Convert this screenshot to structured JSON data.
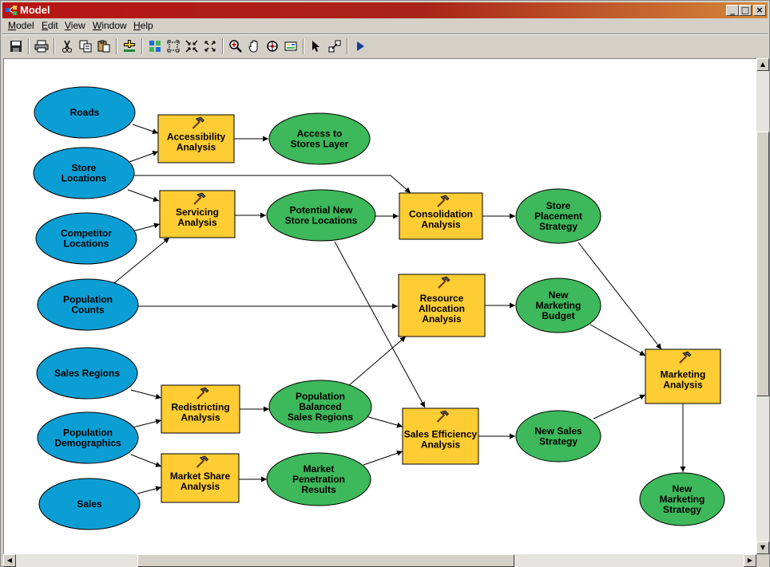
{
  "window": {
    "title": "Model",
    "controls": [
      "_",
      "□",
      "×"
    ]
  },
  "menu": [
    {
      "label": "Model",
      "key": "M"
    },
    {
      "label": "Edit",
      "key": "E"
    },
    {
      "label": "View",
      "key": "V"
    },
    {
      "label": "Window",
      "key": "W"
    },
    {
      "label": "Help",
      "key": "H"
    }
  ],
  "toolbar": [
    "save-icon",
    "print-icon",
    "cut-icon",
    "copy-icon",
    "paste-icon",
    "add-data-icon",
    "grid-icon",
    "full-extent-icon",
    "zoom-in-fixed-icon",
    "zoom-out-fixed-icon",
    "zoom-in-icon",
    "pan-icon",
    "zoom-out-icon",
    "properties-icon",
    "select-icon",
    "connect-icon",
    "run-icon"
  ],
  "colors": {
    "input_data": "#0b9ed4",
    "derived_data": "#3db85a",
    "process": "#fecc33",
    "canvas": "#ffffff",
    "titlebar_start": "#b81414",
    "titlebar_end": "#d4883a"
  },
  "inputs": [
    {
      "id": "roads",
      "lines": [
        "Roads"
      ]
    },
    {
      "id": "store-locations",
      "lines": [
        "Store",
        "Locations"
      ]
    },
    {
      "id": "competitor-locations",
      "lines": [
        "Competitor",
        "Locations"
      ]
    },
    {
      "id": "population-counts",
      "lines": [
        "Population",
        "Counts"
      ]
    },
    {
      "id": "sales-regions",
      "lines": [
        "Sales Regions"
      ]
    },
    {
      "id": "population-demographics",
      "lines": [
        "Population",
        "Demographics"
      ]
    },
    {
      "id": "sales",
      "lines": [
        "Sales"
      ]
    }
  ],
  "processes": [
    {
      "id": "accessibility",
      "lines": [
        "Accessibility",
        "Analysis"
      ]
    },
    {
      "id": "servicing",
      "lines": [
        "Servicing",
        "Analysis"
      ]
    },
    {
      "id": "consolidation",
      "lines": [
        "Consolidation",
        "Analysis"
      ]
    },
    {
      "id": "resource-allocation",
      "lines": [
        "Resource",
        "Allocation",
        "Analysis"
      ]
    },
    {
      "id": "redistricting",
      "lines": [
        "Redistricting",
        "Analysis"
      ]
    },
    {
      "id": "market-share",
      "lines": [
        "Market Share",
        "Analysis"
      ]
    },
    {
      "id": "sales-efficiency",
      "lines": [
        "Sales Efficiency",
        "Analysis"
      ]
    },
    {
      "id": "marketing",
      "lines": [
        "Marketing",
        "Analysis"
      ]
    }
  ],
  "outputs": [
    {
      "id": "access-to-stores",
      "lines": [
        "Access to",
        "Stores Layer"
      ]
    },
    {
      "id": "potential-new-store",
      "lines": [
        "Potential New",
        "Store Locations"
      ]
    },
    {
      "id": "store-placement",
      "lines": [
        "Store",
        "Placement",
        "Strategy"
      ]
    },
    {
      "id": "new-marketing-budget",
      "lines": [
        "New",
        "Marketing",
        "Budget"
      ]
    },
    {
      "id": "population-balanced",
      "lines": [
        "Population",
        "Balanced",
        "Sales Regions"
      ]
    },
    {
      "id": "market-penetration",
      "lines": [
        "Market",
        "Penetration",
        "Results"
      ]
    },
    {
      "id": "new-sales-strategy",
      "lines": [
        "New Sales",
        "Strategy"
      ]
    },
    {
      "id": "new-marketing-strategy",
      "lines": [
        "New",
        "Marketing",
        "Strategy"
      ]
    }
  ],
  "connections": [
    [
      "roads",
      "accessibility"
    ],
    [
      "store-locations",
      "accessibility"
    ],
    [
      "accessibility",
      "access-to-stores"
    ],
    [
      "store-locations",
      "consolidation"
    ],
    [
      "store-locations",
      "servicing"
    ],
    [
      "competitor-locations",
      "servicing"
    ],
    [
      "population-counts",
      "servicing"
    ],
    [
      "servicing",
      "potential-new-store"
    ],
    [
      "potential-new-store",
      "consolidation"
    ],
    [
      "consolidation",
      "store-placement"
    ],
    [
      "population-counts",
      "resource-allocation"
    ],
    [
      "resource-allocation",
      "new-marketing-budget"
    ],
    [
      "potential-new-store",
      "sales-efficiency"
    ],
    [
      "sales-regions",
      "redistricting"
    ],
    [
      "population-demographics",
      "redistricting"
    ],
    [
      "population-demographics",
      "market-share"
    ],
    [
      "sales",
      "market-share"
    ],
    [
      "redistricting",
      "population-balanced"
    ],
    [
      "market-share",
      "market-penetration"
    ],
    [
      "population-balanced",
      "resource-allocation"
    ],
    [
      "population-balanced",
      "sales-efficiency"
    ],
    [
      "market-penetration",
      "sales-efficiency"
    ],
    [
      "sales-efficiency",
      "new-sales-strategy"
    ],
    [
      "store-placement",
      "marketing"
    ],
    [
      "new-marketing-budget",
      "marketing"
    ],
    [
      "new-sales-strategy",
      "marketing"
    ],
    [
      "marketing",
      "new-marketing-strategy"
    ]
  ]
}
